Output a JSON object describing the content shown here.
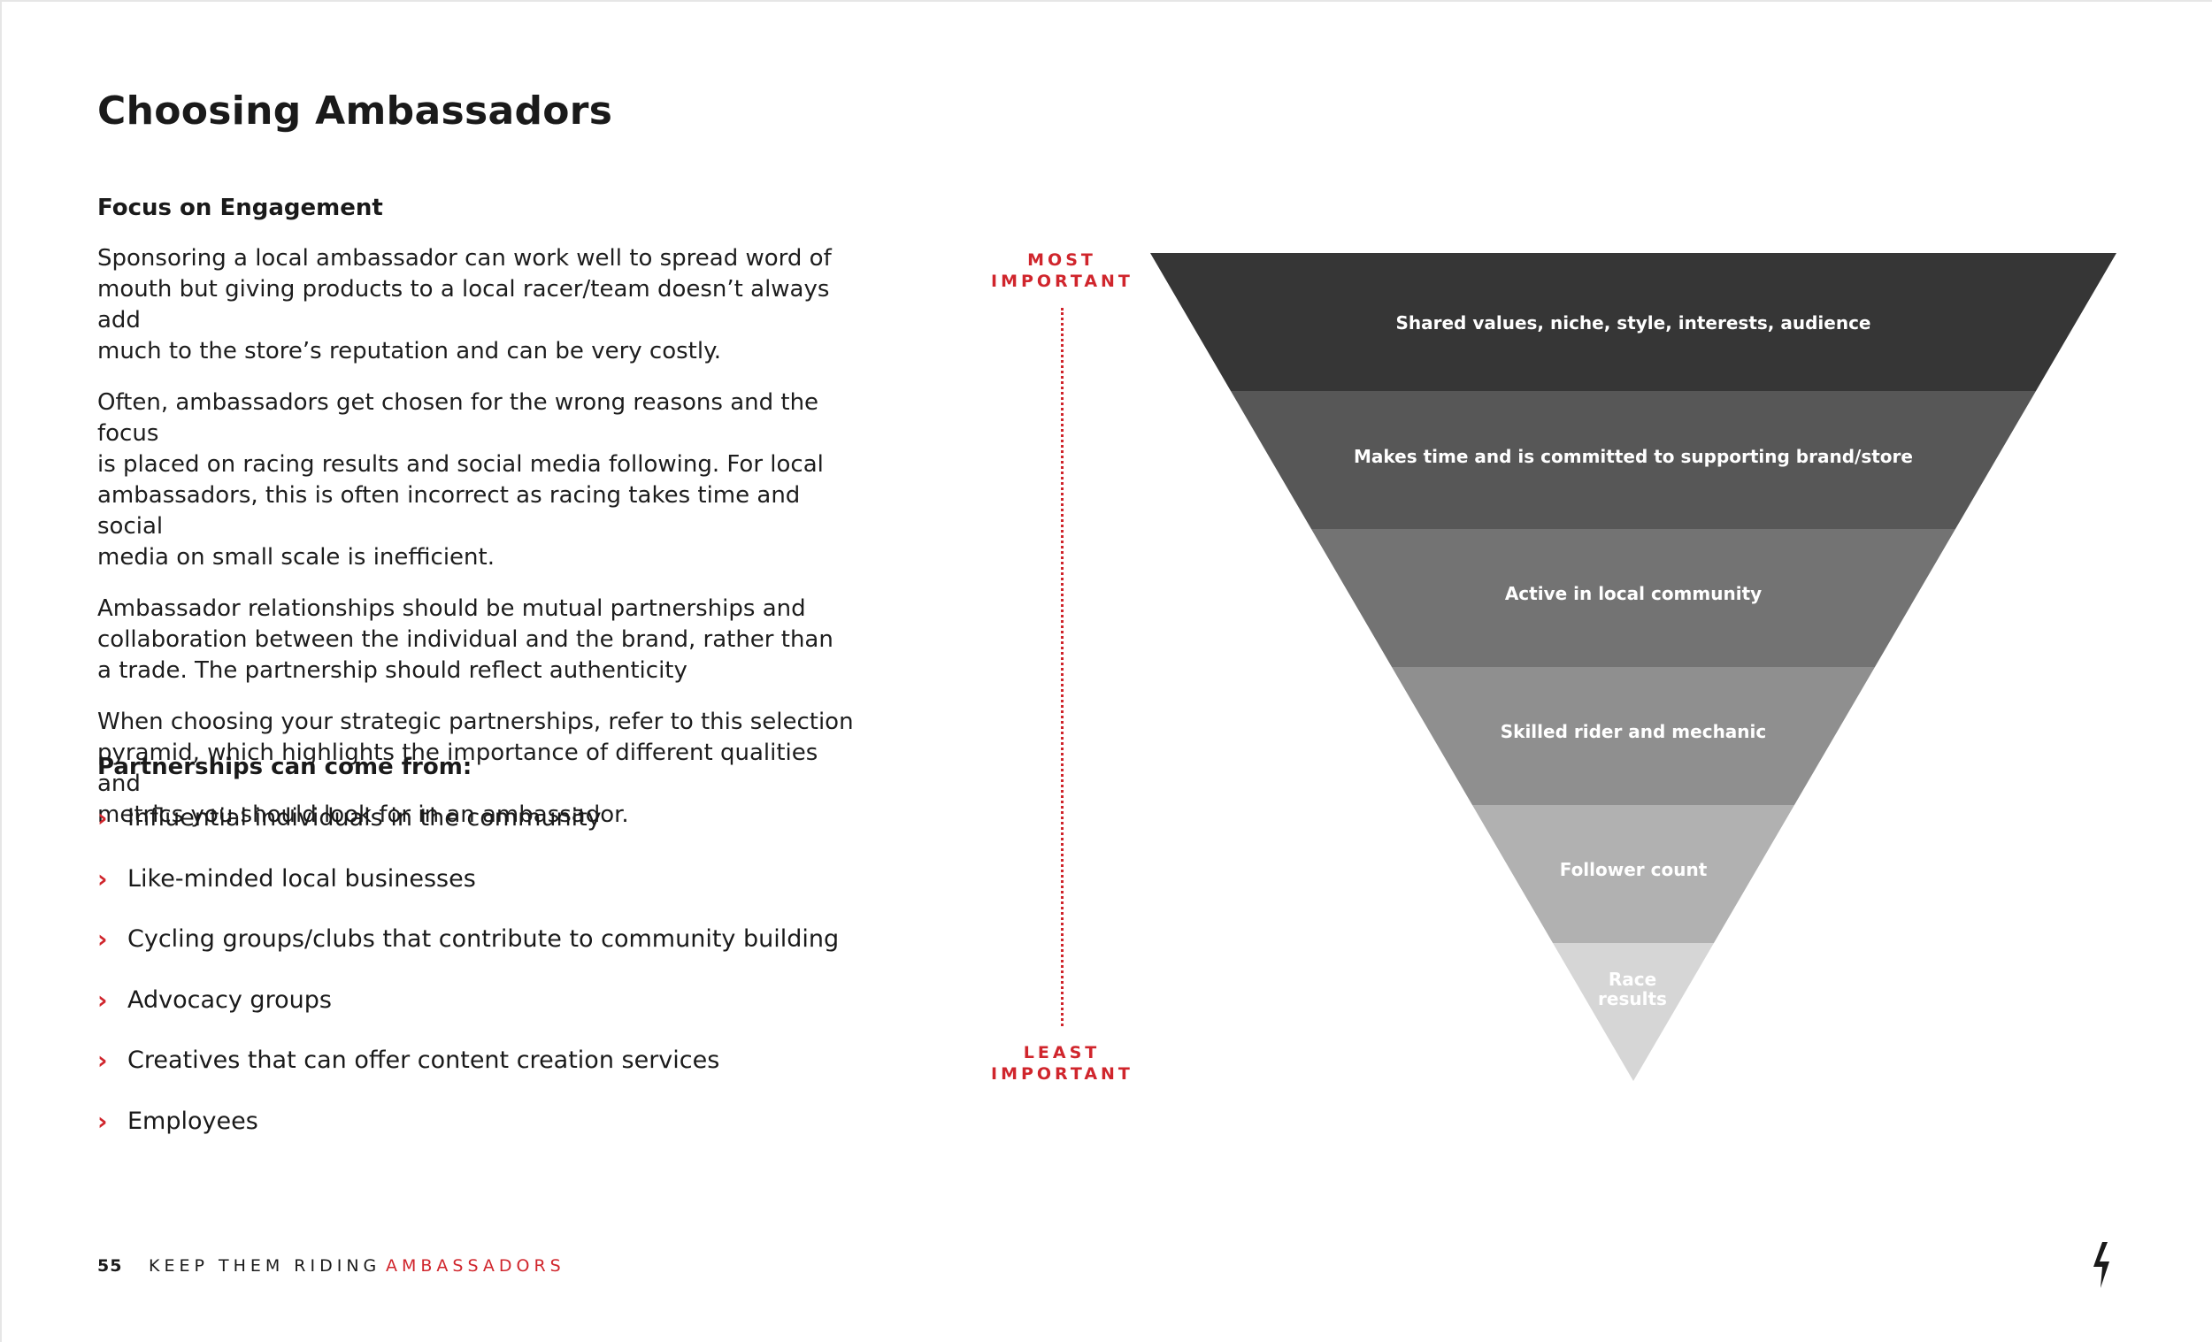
{
  "title": "Choosing Ambassadors",
  "section1": {
    "heading": "Focus on Engagement",
    "paragraphs": [
      "Sponsoring a local ambassador can work well to spread word of\nmouth but giving products to a local racer/team doesn’t always add\nmuch to the store’s reputation and can be very costly.",
      "Often, ambassadors get chosen for the wrong reasons and the focus\nis placed on racing results and social media following. For local\nambassadors, this is often incorrect as racing takes time and social\nmedia on small scale is inefficient.",
      "Ambassador relationships should be mutual partnerships and\ncollaboration between the individual and the brand, rather than\na trade. The partnership should reflect authenticity",
      "When choosing your strategic partnerships, refer to this selection\npyramid, which highlights the importance of different qualities and\nmetrics you should look for in an ambassador."
    ]
  },
  "section2": {
    "heading": "Partnerships can come from:",
    "bullet_glyph": "›",
    "items": [
      "Influential individuals in the community",
      "Like-minded local businesses",
      "Cycling groups/clubs that contribute to community building",
      "Advocacy groups",
      "Creatives that can offer content creation services",
      "Employees"
    ]
  },
  "pyramid": {
    "top_label": "MOST\nIMPORTANT",
    "bottom_label": "LEAST\nIMPORTANT",
    "tiers": [
      {
        "label": "Shared values, niche, style, interests, audience",
        "color": "#363636"
      },
      {
        "label": "Makes time and is committed to supporting brand/store",
        "color": "#575757"
      },
      {
        "label": "Active in local community",
        "color": "#737373"
      },
      {
        "label": "Skilled rider and mechanic",
        "color": "#8f8f8f"
      },
      {
        "label": "Follower count",
        "color": "#b1b1b1"
      },
      {
        "label": "Race\nresults",
        "color": "#d6d6d6"
      }
    ],
    "accent_color": "#d0252c"
  },
  "footer": {
    "page_number": "55",
    "section": "KEEP THEM RIDING",
    "chapter": "AMBASSADORS"
  },
  "logo_icon": "specialized-s-logo-icon"
}
